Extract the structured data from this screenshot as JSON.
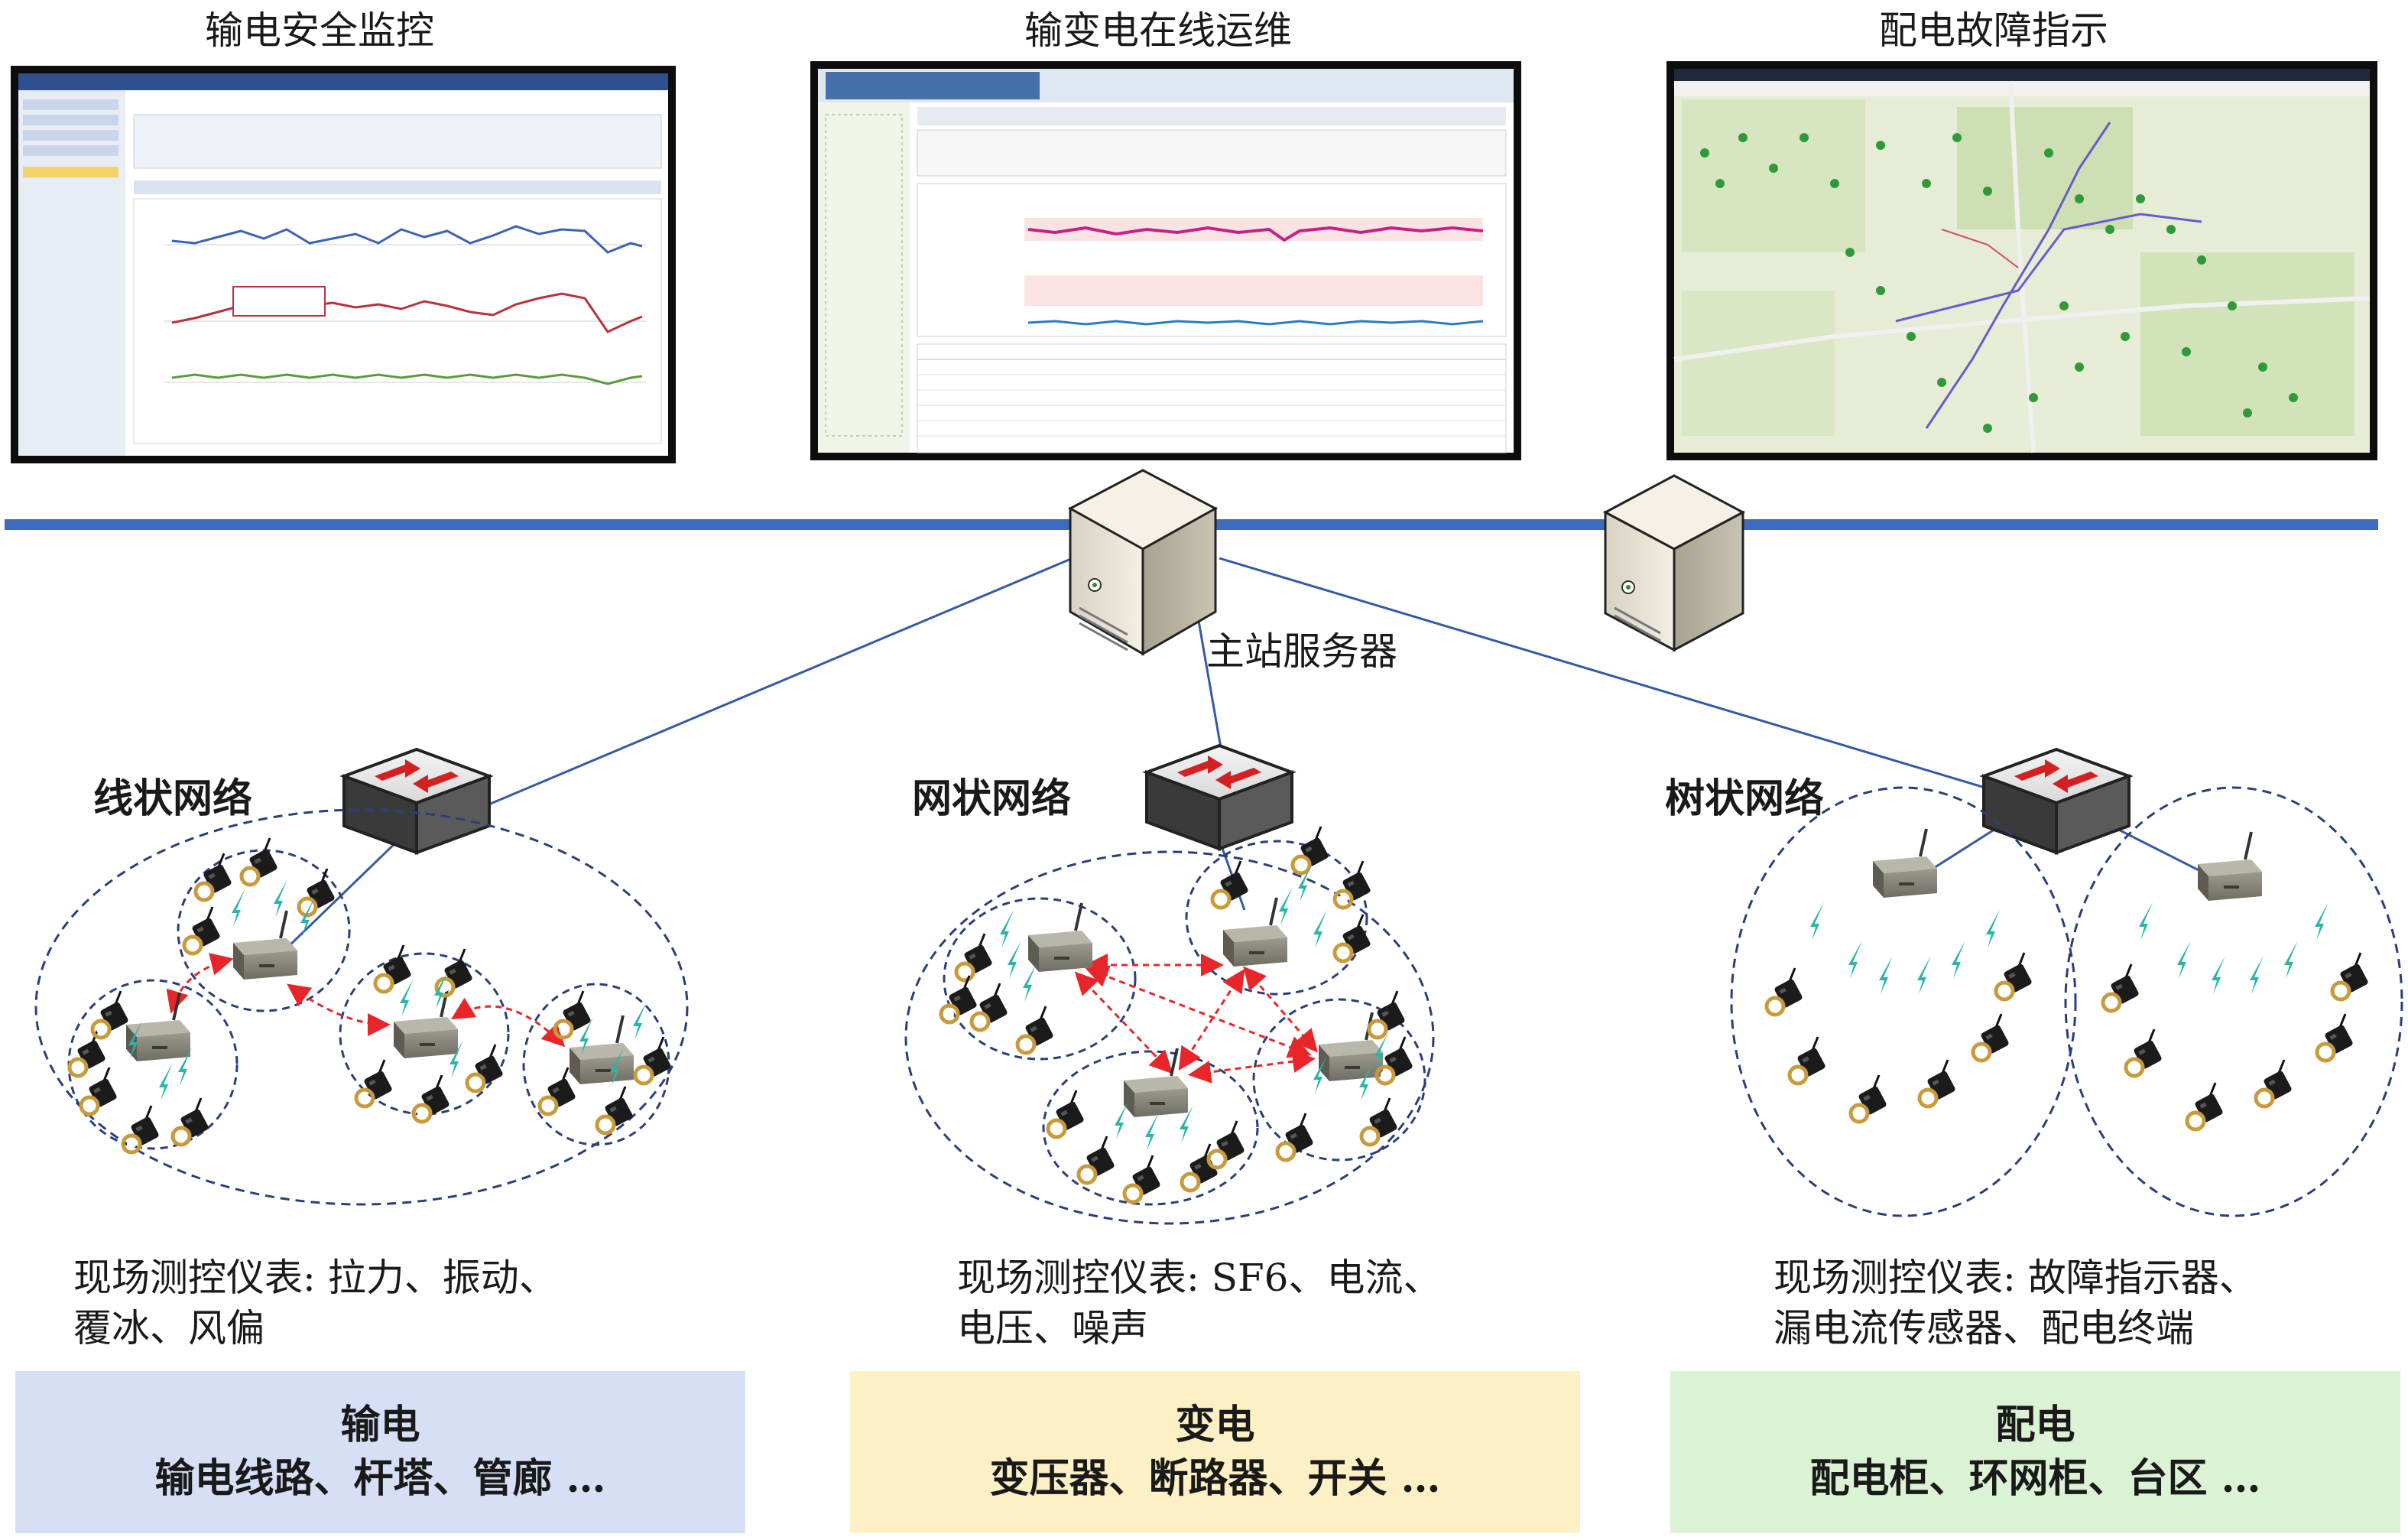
{
  "panels": [
    {
      "title": "输电安全监控"
    },
    {
      "title": "输变电在线运维"
    },
    {
      "title": "配电故障指示"
    }
  ],
  "server": {
    "label": "主站服务器"
  },
  "networks": [
    {
      "title": "线状网络"
    },
    {
      "title": "网状网络"
    },
    {
      "title": "树状网络"
    }
  ],
  "instruments": [
    {
      "line1": "现场测控仪表: 拉力、振动、",
      "line2": "覆冰、风偏"
    },
    {
      "line1": "现场测控仪表: SF6、电流、",
      "line2": "电压、噪声"
    },
    {
      "line1": "现场测控仪表: 故障指示器、",
      "line2": "漏电流传感器、配电终端"
    }
  ],
  "categories": [
    {
      "title": "输电",
      "items": "输电线路、杆塔、管廊 …",
      "color": "#d6dff5"
    },
    {
      "title": "变电",
      "items": "变压器、断路器、开关 …",
      "color": "#fdf0c4"
    },
    {
      "title": "配电",
      "items": "配电柜、环网柜、台区 …",
      "color": "#dcf2d4"
    }
  ],
  "colors": {
    "bus": "#3f6bbf",
    "link": "#3558a8",
    "ellipse": "#2a3f7a",
    "wireless": "#2bb5a8",
    "mesh_link": "#e8262a",
    "map_route": "#6a5acd"
  },
  "icons": [
    "server-icon",
    "switch-icon",
    "gateway-icon",
    "sensor-icon",
    "wireless-signal-icon"
  ]
}
